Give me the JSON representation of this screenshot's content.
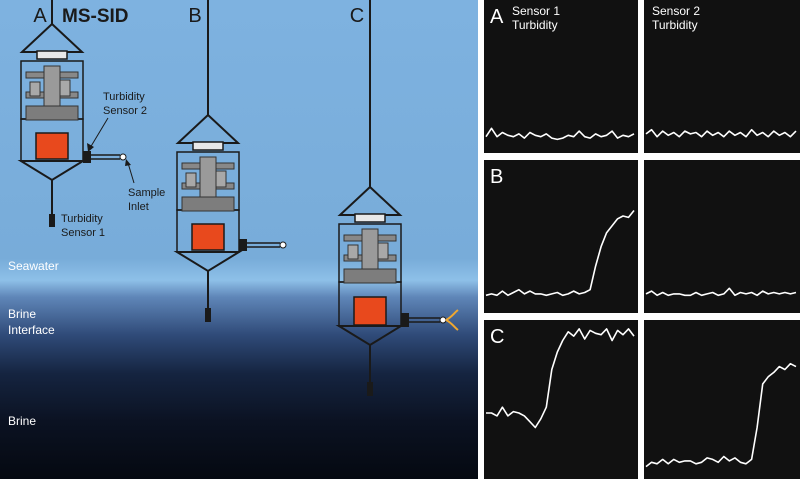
{
  "title": "MS-SID",
  "panel_labels": [
    "A",
    "B",
    "C"
  ],
  "annotations": {
    "turbidity_sensor_2": [
      "Turbidity",
      "Sensor 2"
    ],
    "sample_inlet": [
      "Sample",
      "Inlet"
    ],
    "turbidity_sensor_1": [
      "Turbidity",
      "Sensor 1"
    ]
  },
  "zones": {
    "seawater": "Seawater",
    "brine_interface": [
      "Brine",
      "Interface"
    ],
    "brine": "Brine"
  },
  "colors": {
    "seawater": "#7fb3e0",
    "brine_interface": "#3d5a88",
    "brine": "#0a0f1c",
    "instrument_line": "#1a1a1a",
    "sample_chamber": "#e8491d",
    "trace_bg": "#111111",
    "trace_line": "#ffffff",
    "inlet_fan": "#f0a830"
  },
  "chart_data": {
    "type": "line",
    "row_labels": [
      "A",
      "B",
      "C"
    ],
    "column_titles": [
      [
        "Sensor 1",
        "Turbidity"
      ],
      [
        "Sensor 2",
        "Turbidity"
      ]
    ],
    "ylim": [
      0,
      100
    ],
    "series": [
      {
        "row": "A",
        "column": 0,
        "values": [
          6,
          12,
          6,
          9,
          7,
          6,
          8,
          5,
          9,
          7,
          6,
          8,
          5,
          4,
          5,
          7,
          6,
          10,
          6,
          5,
          8,
          6,
          7,
          10,
          5,
          7,
          6,
          8
        ]
      },
      {
        "row": "A",
        "column": 1,
        "values": [
          8,
          11,
          6,
          10,
          7,
          9,
          6,
          10,
          8,
          9,
          6,
          10,
          7,
          9,
          6,
          10,
          7,
          9,
          6,
          11,
          7,
          9,
          6,
          10,
          7,
          9,
          6,
          10
        ]
      },
      {
        "row": "B",
        "column": 0,
        "values": [
          7,
          8,
          7,
          10,
          7,
          9,
          11,
          8,
          10,
          8,
          8,
          7,
          8,
          9,
          7,
          8,
          10,
          8,
          9,
          11,
          28,
          42,
          52,
          57,
          62,
          64,
          63,
          68
        ]
      },
      {
        "row": "B",
        "column": 1,
        "values": [
          8,
          10,
          7,
          9,
          7,
          8,
          8,
          7,
          7,
          9,
          7,
          8,
          9,
          7,
          8,
          12,
          7,
          9,
          8,
          9,
          7,
          10,
          8,
          9,
          8,
          9,
          8,
          9
        ]
      },
      {
        "row": "C",
        "column": 0,
        "values": [
          40,
          40,
          38,
          44,
          38,
          41,
          40,
          38,
          34,
          30,
          36,
          44,
          70,
          82,
          90,
          96,
          93,
          98,
          91,
          97,
          95,
          94,
          98,
          90,
          97,
          94,
          98,
          93
        ]
      },
      {
        "row": "C",
        "column": 1,
        "values": [
          3,
          6,
          5,
          8,
          5,
          8,
          6,
          7,
          7,
          5,
          6,
          9,
          8,
          6,
          10,
          7,
          9,
          6,
          5,
          8,
          30,
          60,
          65,
          68,
          72,
          70,
          74,
          72
        ]
      }
    ]
  }
}
